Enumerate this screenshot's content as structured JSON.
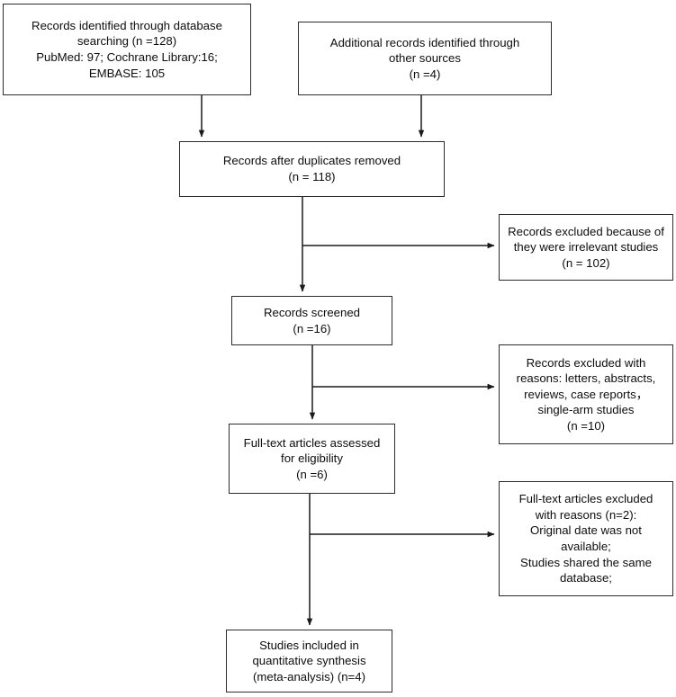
{
  "diagram": {
    "type": "prisma-flow-diagram",
    "palette": {
      "box_border": "#2b2b2b",
      "connector": "#1a1a1a",
      "background": "#ffffff",
      "text": "#0d0d0d"
    },
    "nodes": {
      "db_search": {
        "id": "records-identified-database-searching",
        "text": "Records identified through database\nsearching (n =128)\nPubMed: 97; Cochrane Library:16;\nEMBASE: 105",
        "count": 128,
        "sources": [
          {
            "name": "PubMed",
            "count": 97
          },
          {
            "name": "Cochrane Library",
            "count": 16
          },
          {
            "name": "EMBASE",
            "count": 105
          }
        ]
      },
      "other_sources": {
        "id": "additional-records-other-sources",
        "text": "Additional records identified through\nother sources\n(n =4)",
        "count": 4
      },
      "dedup": {
        "id": "records-after-duplicates-removed",
        "text": "Records after duplicates removed\n(n = 118)",
        "count": 118
      },
      "excluded_1": {
        "id": "records-excluded-irrelevant",
        "text": "Records excluded because of\nthey were irrelevant studies\n(n = 102)",
        "count": 102
      },
      "screened": {
        "id": "records-screened",
        "text": "Records screened\n(n =16)",
        "count": 16
      },
      "excluded_2": {
        "id": "records-excluded-with-reasons",
        "text": "Records excluded with\nreasons: letters, abstracts,\nreviews, case reports，\nsingle-arm studies\n(n =10)",
        "count": 10
      },
      "fulltext": {
        "id": "full-text-articles-assessed",
        "text": "Full-text articles assessed\nfor eligibility\n(n =6)",
        "count": 6
      },
      "excluded_3": {
        "id": "full-text-articles-excluded",
        "text": "Full-text articles excluded\nwith reasons (n=2):\nOriginal date was not\navailable;\nStudies shared the same\ndatabase;",
        "count": 2
      },
      "included": {
        "id": "studies-included-quantitative-synthesis",
        "text": "Studies included in\nquantitative synthesis\n(meta-analysis) (n=4)",
        "count": 4
      }
    }
  }
}
